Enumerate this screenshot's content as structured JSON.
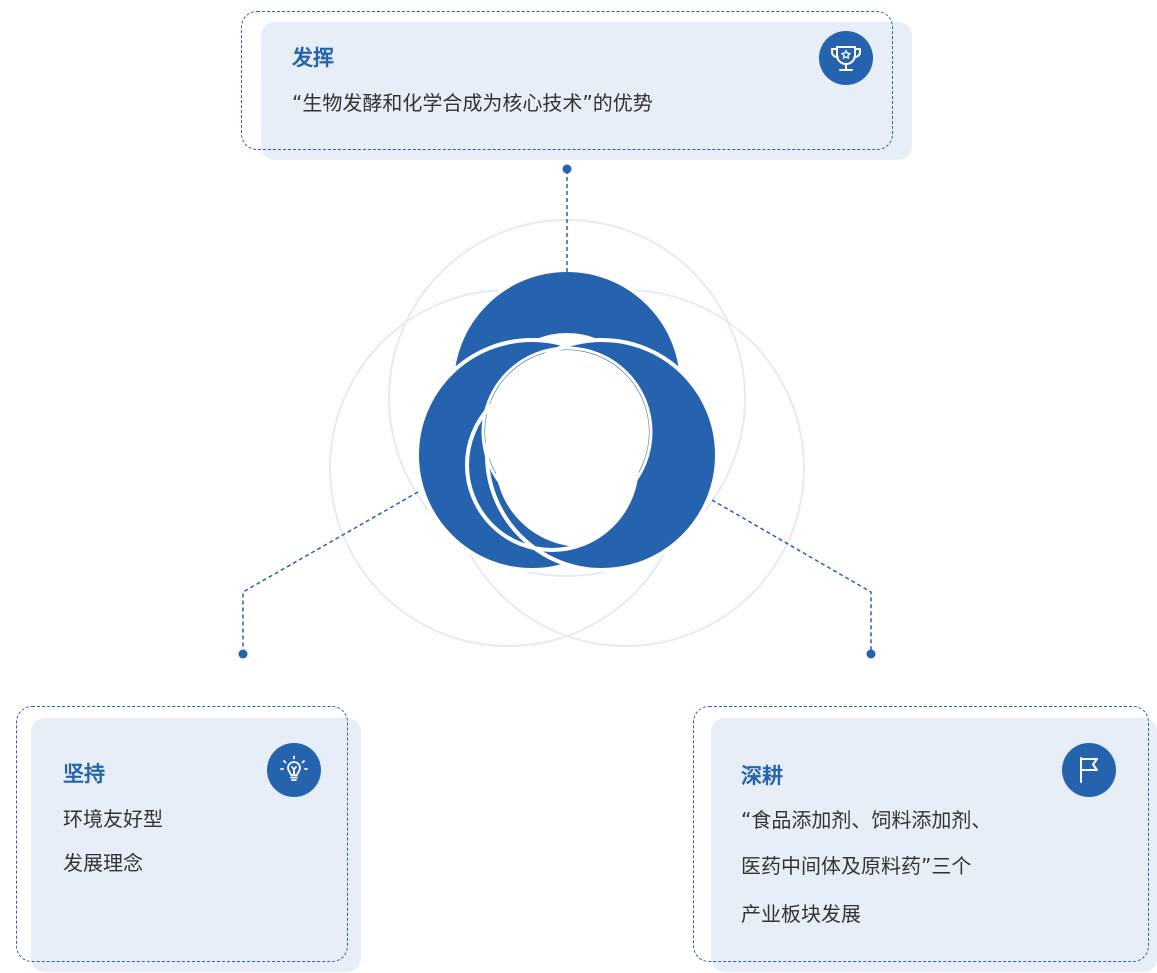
{
  "colors": {
    "accent": "#2563ae",
    "card_bg": "#e8eef7",
    "ring_outline": "#e6ebf3",
    "text": "#333333"
  },
  "cards": {
    "top": {
      "title": "发挥",
      "line1": "“生物发酵和化学合成为核心技术”的优势",
      "icon": "trophy-icon"
    },
    "left": {
      "title": "坚持",
      "line1": "环境友好型",
      "line2": "发展理念",
      "icon": "lightbulb-icon"
    },
    "right": {
      "title": "深耕",
      "line1": "“食品添加剂、饲料添加剂、",
      "line2": "医药中间体及原料药”三个",
      "line3": "产业板块发展",
      "icon": "flag-icon"
    }
  }
}
